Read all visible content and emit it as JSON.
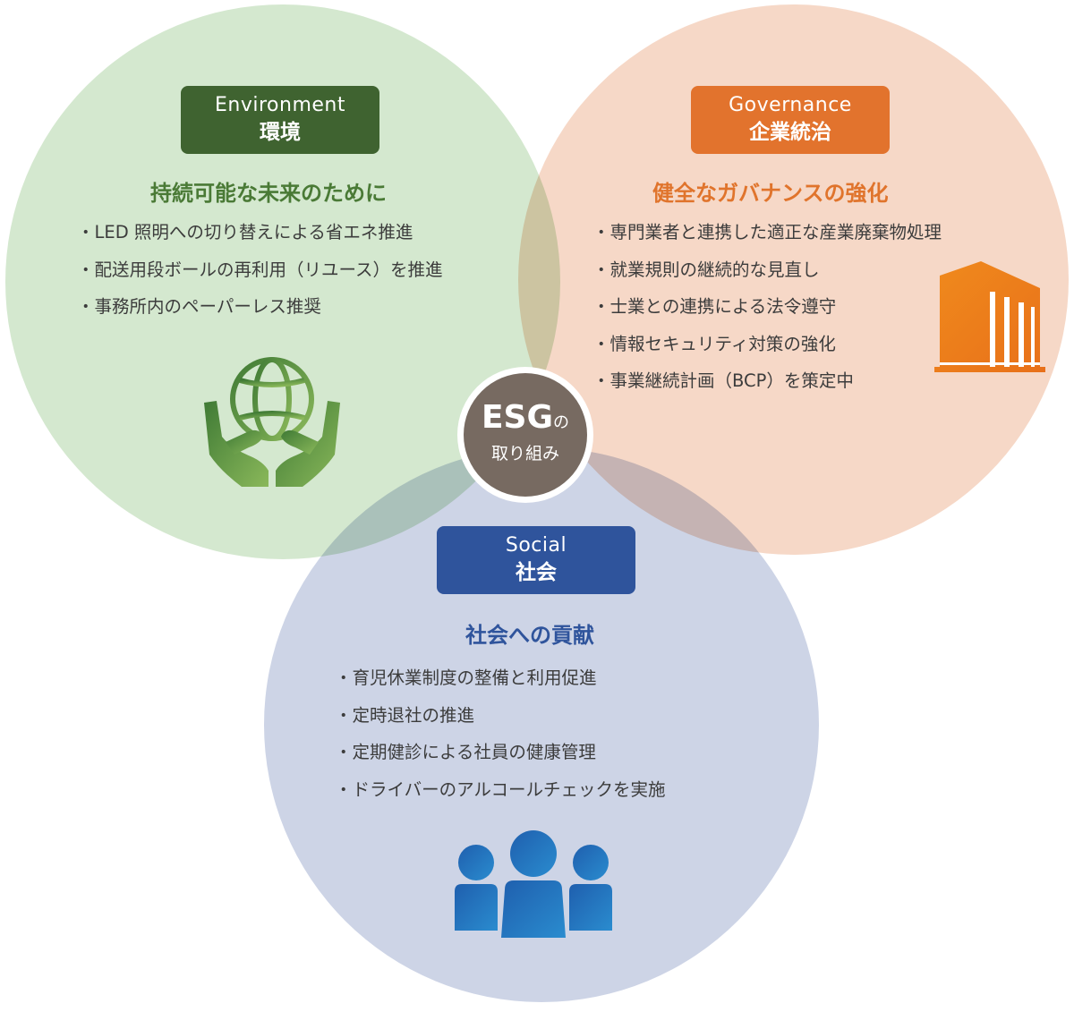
{
  "environment": {
    "badge_en": "Environment",
    "badge_jp": "環境",
    "heading": "持続可能な未来のために",
    "items": [
      "LED 照明への切り替えによる省エネ推進",
      "配送用段ボールの再利用（リユース）を推進",
      "事務所内のペーパーレス推奨"
    ],
    "icon": "globe-in-hands-icon",
    "color": "#3f6330"
  },
  "governance": {
    "badge_en": "Governance",
    "badge_jp": "企業統治",
    "heading": "健全なガバナンスの強化",
    "items": [
      "専門業者と連携した適正な産業廃棄物処理",
      "就業規則の継続的な見直し",
      "士業との連携による法令遵守",
      "情報セキュリティ対策の強化",
      "事業継続計画（BCP）を策定中"
    ],
    "icon": "building-icon",
    "color": "#e2732d"
  },
  "social": {
    "badge_en": "Social",
    "badge_jp": "社会",
    "heading": "社会への貢献",
    "items": [
      "育児休業制度の整備と利用促進",
      "定時退社の推進",
      "定期健診による社員の健康管理",
      "ドライバーのアルコールチェックを実施"
    ],
    "icon": "people-icon",
    "color": "#2f549c"
  },
  "center": {
    "main": "ESG",
    "no": "の",
    "sub": "取り組み",
    "color": "#776a61"
  }
}
